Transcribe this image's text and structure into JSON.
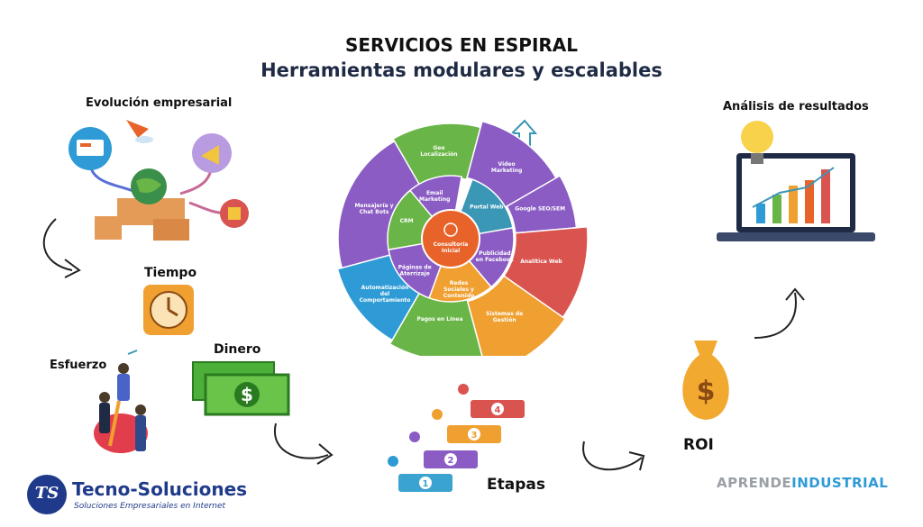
{
  "header": {
    "title": "SERVICIOS EN ESPIRAL",
    "subtitle": "Herramientas modulares y escalables"
  },
  "stages": {
    "evolucion": "Evolución empresarial",
    "tiempo": "Tiempo",
    "dinero": "Dinero",
    "esfuerzo": "Esfuerzo",
    "etapas": "Etapas",
    "roi": "ROI",
    "analisis": "Análisis de resultados"
  },
  "steps": [
    "1",
    "2",
    "3",
    "4"
  ],
  "spiral": {
    "center": "Consultoría Inicial",
    "inner": [
      "Email Marketing",
      "Portal Web",
      "Publicidad en Facebook",
      "Redes Sociales y Contenido",
      "Páginas de Aterrizaje",
      "CRM"
    ],
    "outer": [
      "Geo Localización",
      "Video Marketing",
      "Google SEO/SEM",
      "Analítica Web",
      "Sistemas de Gestión",
      "Pagos en Línea",
      "Automatización del Comportamiento",
      "Mensajería y Chat Bots"
    ]
  },
  "money_symbol": "$",
  "logos": {
    "tecno_initials": "TS",
    "tecno_name": "Tecno-Soluciones",
    "tecno_tagline": "Soluciones Empresariales en Internet",
    "aprende_part1": "APRENDE",
    "aprende_part2": "INDUSTRIAL"
  },
  "colors": {
    "center": "#e8632a",
    "green": "#6ab547",
    "purple": "#8a5cc4",
    "red": "#d9534f",
    "orange": "#f0a030",
    "blue": "#2e9bd6",
    "teal": "#3a97b5"
  }
}
